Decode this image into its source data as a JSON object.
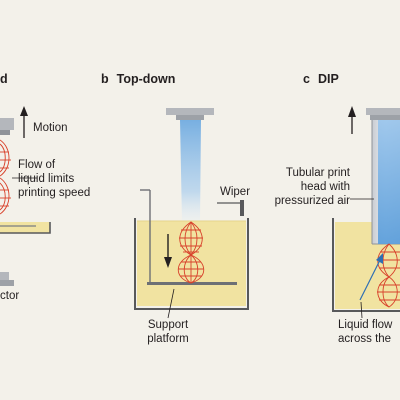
{
  "panels": {
    "a": {
      "title_fragment": "d",
      "labels": {
        "motion": "Motion",
        "flow": [
          "Flow of",
          "liquid limits",
          "printing speed"
        ],
        "projector": "ctor"
      }
    },
    "b": {
      "letter": "b",
      "title": "Top-down",
      "labels": {
        "wiper": "Wiper",
        "support": [
          "Support",
          "platform"
        ]
      }
    },
    "c": {
      "letter": "c",
      "title": "DIP",
      "labels": {
        "printhead": [
          "Tubular print",
          "head with",
          "pressurized air"
        ],
        "liquid_flow": [
          "Liquid flow",
          "across the"
        ]
      }
    }
  },
  "colors": {
    "background": "#f3f1ea",
    "resin": "#f1e3a1",
    "vat_wall": "#58595b",
    "light_blue": "#7fb6e6",
    "structure_red": "#d8412b",
    "hardware_gray": "#b4b7bc"
  }
}
